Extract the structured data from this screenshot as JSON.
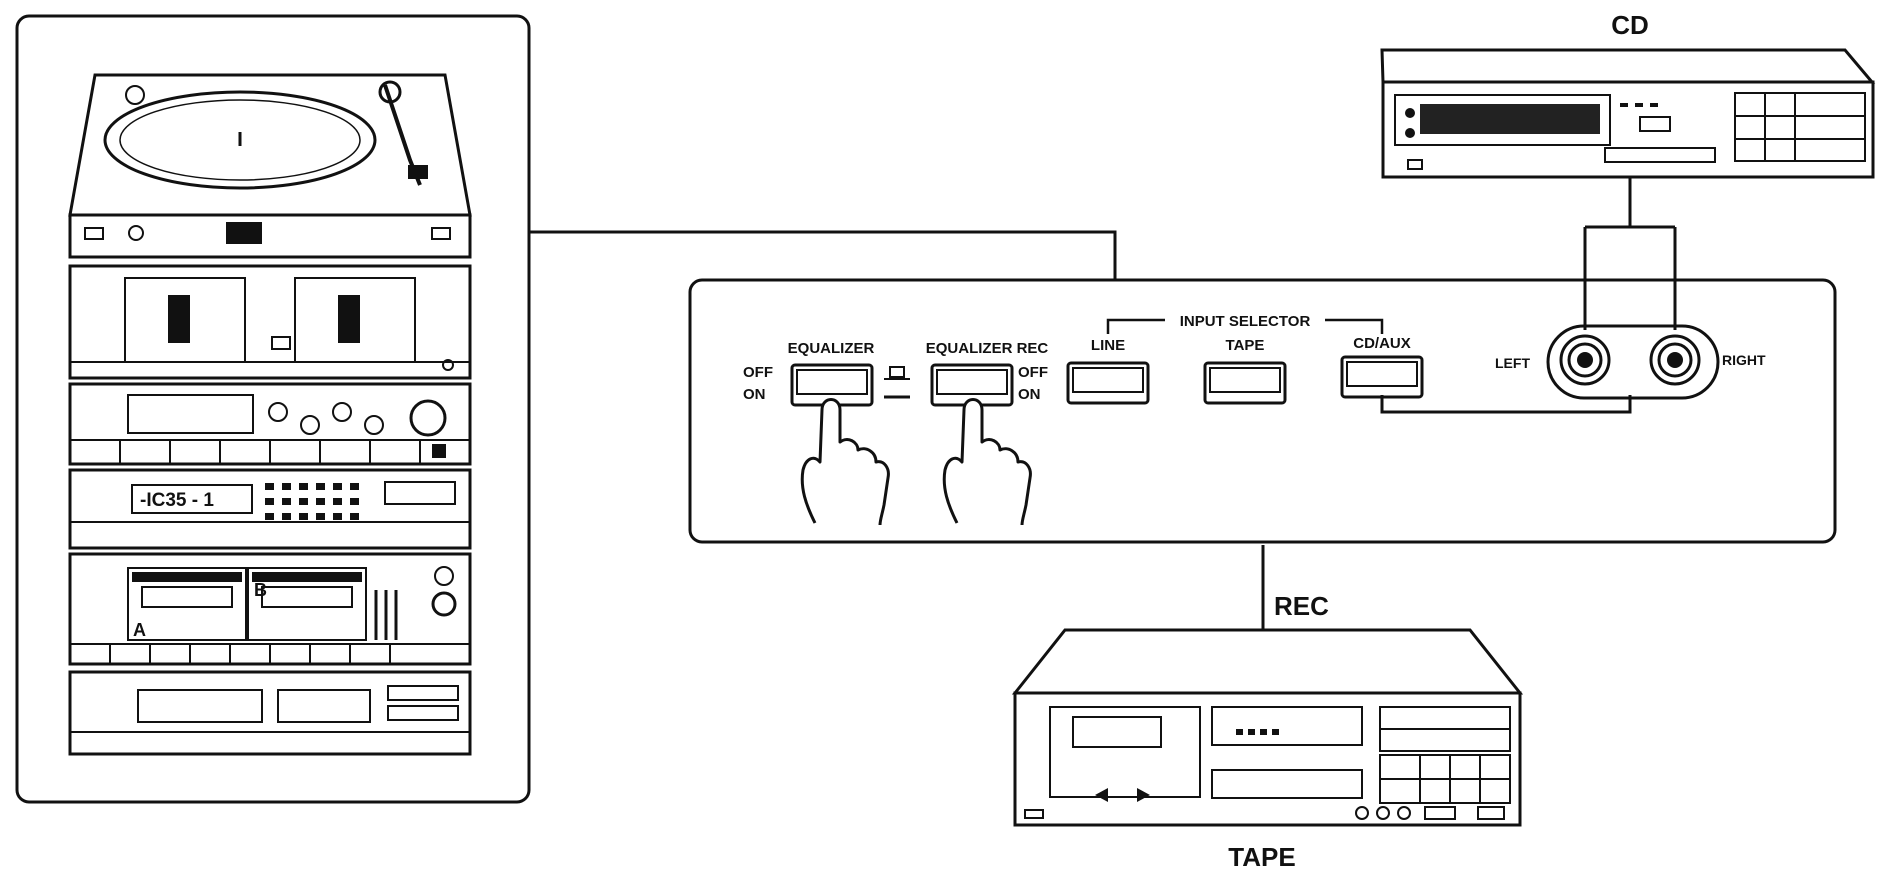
{
  "labels": {
    "cd": "CD",
    "tape": "TAPE",
    "rec": "REC",
    "input_selector": "INPUT SELECTOR",
    "equalizer": "EQUALIZER",
    "equalizer_rec": "EQUALIZER REC",
    "off": "OFF",
    "on": "ON",
    "line": "LINE",
    "tape_btn": "TAPE",
    "cd_aux": "CD/AUX",
    "left": "LEFT",
    "right": "RIGHT",
    "rack_a": "A",
    "rack_b": "B",
    "tuner_display": "-IC35 - 1"
  },
  "colors": {
    "ink": "#111111",
    "background": "#ffffff",
    "panel_fill": "#ffffff",
    "display_fill": "#2a2a2a"
  }
}
